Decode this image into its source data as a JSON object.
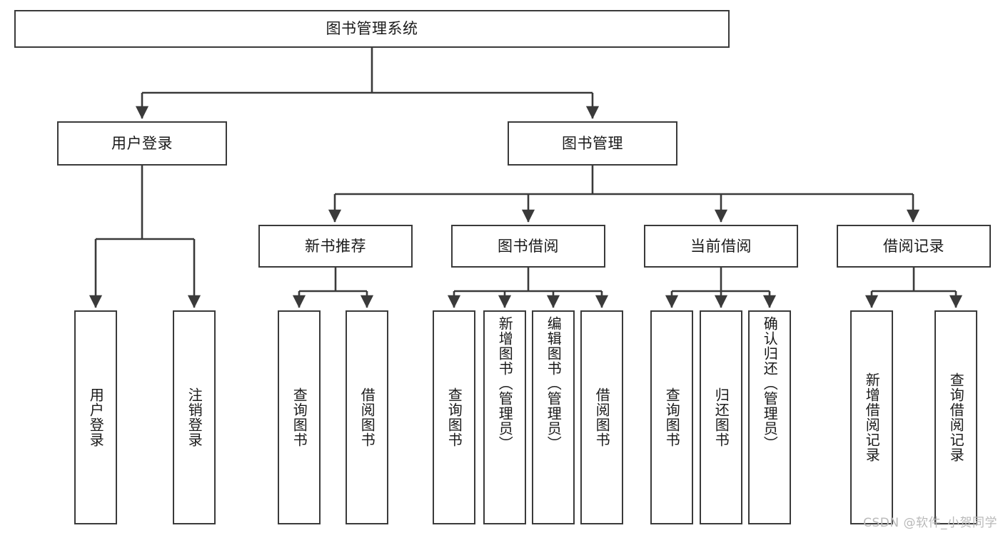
{
  "diagram": {
    "title": "图书管理系统",
    "type": "功能结构图",
    "watermark": "CSDN @软件_小贺同学",
    "colors": {
      "border": "#3a3a3a",
      "background": "#ffffff",
      "text": "#1a1a1a",
      "edge": "#3a3a3a",
      "watermark": "#b9b9b9"
    },
    "root": {
      "label": "图书管理系统"
    },
    "level2": [
      {
        "label": "用户登录"
      },
      {
        "label": "图书管理"
      }
    ],
    "level3": [
      {
        "label": "新书推荐"
      },
      {
        "label": "图书借阅"
      },
      {
        "label": "当前借阅"
      },
      {
        "label": "借阅记录"
      }
    ],
    "leaves": {
      "user_login": [
        {
          "label": "用户登录"
        },
        {
          "label": "注销登录"
        }
      ],
      "new_book": [
        {
          "label": "查询图书"
        },
        {
          "label": "借阅图书"
        }
      ],
      "book_borrow": [
        {
          "label": "查询图书"
        },
        {
          "label": "新增图书（管理员）"
        },
        {
          "label": "编辑图书（管理员）"
        },
        {
          "label": "借阅图书"
        }
      ],
      "current_borrow": [
        {
          "label": "查询图书"
        },
        {
          "label": "归还图书"
        },
        {
          "label": "确认归还（管理员）"
        }
      ],
      "borrow_record": [
        {
          "label": "新增借阅记录"
        },
        {
          "label": "查询借阅记录"
        }
      ]
    }
  }
}
